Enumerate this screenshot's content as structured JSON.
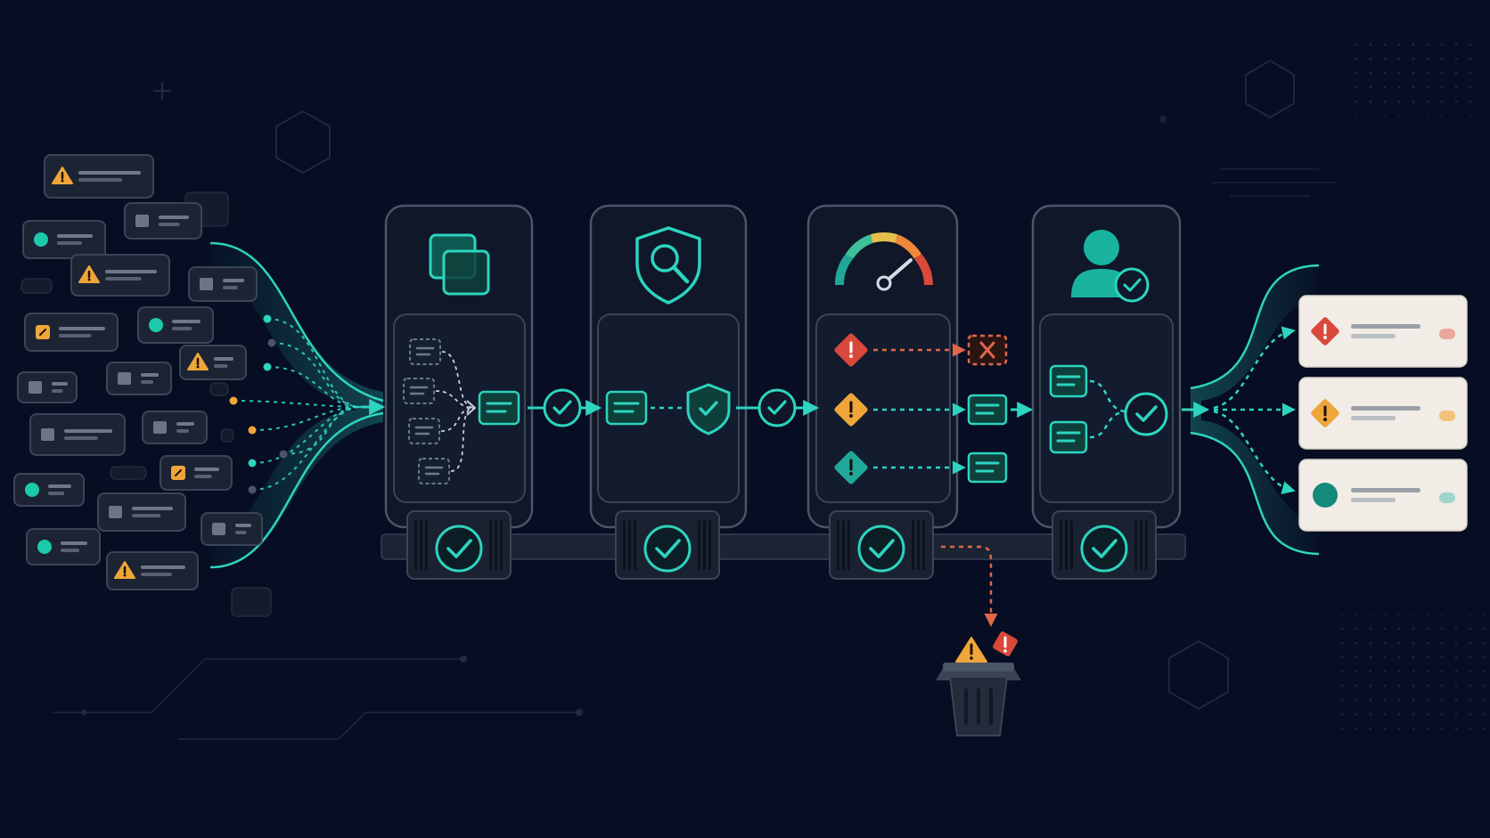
{
  "theme": {
    "background": "#070d22",
    "panel": "#0f1729",
    "panel_stroke": "#4a5566",
    "accent": "#2dd4bf",
    "accent_dark": "#0f5f58",
    "warning": "#f0a53a",
    "danger": "#d9483b",
    "reject": "#e0674a",
    "card_light": "#f1ece6"
  },
  "diagram": {
    "type": "alert-processing-pipeline",
    "input_alerts": [
      {
        "icon": "warning-triangle-icon",
        "style": "dark"
      },
      {
        "icon": "square-icon",
        "style": "dark"
      },
      {
        "icon": "teal-dot-icon",
        "style": "dark"
      },
      {
        "icon": "warning-triangle-icon",
        "style": "dark"
      },
      {
        "icon": "square-icon",
        "style": "dark"
      },
      {
        "icon": "amber-badge-icon",
        "style": "dark"
      },
      {
        "icon": "teal-dot-icon",
        "style": "dark"
      },
      {
        "icon": "square-icon",
        "style": "dark"
      },
      {
        "icon": "square-icon",
        "style": "dark"
      },
      {
        "icon": "warning-triangle-icon",
        "style": "dark"
      },
      {
        "icon": "square-icon",
        "style": "dark"
      },
      {
        "icon": "square-icon",
        "style": "dark"
      },
      {
        "icon": "teal-dot-icon",
        "style": "dark"
      },
      {
        "icon": "amber-badge-icon",
        "style": "dark"
      },
      {
        "icon": "square-icon",
        "style": "dark"
      },
      {
        "icon": "teal-dot-icon",
        "style": "dark"
      },
      {
        "icon": "square-icon",
        "style": "dark"
      },
      {
        "icon": "warning-triangle-icon",
        "style": "dark"
      }
    ],
    "stages": [
      {
        "id": "dedupe",
        "icon": "overlapping-squares-icon",
        "status": "passed"
      },
      {
        "id": "verify",
        "icon": "shield-search-icon",
        "status": "passed"
      },
      {
        "id": "prioritize",
        "icon": "speed-gauge-icon",
        "status": "passed"
      },
      {
        "id": "assign",
        "icon": "user-check-icon",
        "status": "passed"
      }
    ],
    "priority_routes": [
      {
        "icon": "critical-diamond-icon",
        "result": "rejected"
      },
      {
        "icon": "warning-diamond-icon",
        "result": "forwarded"
      },
      {
        "icon": "info-diamond-icon",
        "result": "forwarded"
      }
    ],
    "discard": {
      "icon": "trash-bin-icon",
      "items": [
        "warning-triangle-icon",
        "critical-diamond-icon"
      ]
    },
    "output_alerts": [
      {
        "icon": "critical-diamond-icon",
        "tag_color": "#eaa69c"
      },
      {
        "icon": "warning-diamond-icon",
        "tag_color": "#f2c27a"
      },
      {
        "icon": "teal-dot-icon",
        "tag_color": "#9fd6cc"
      }
    ]
  }
}
